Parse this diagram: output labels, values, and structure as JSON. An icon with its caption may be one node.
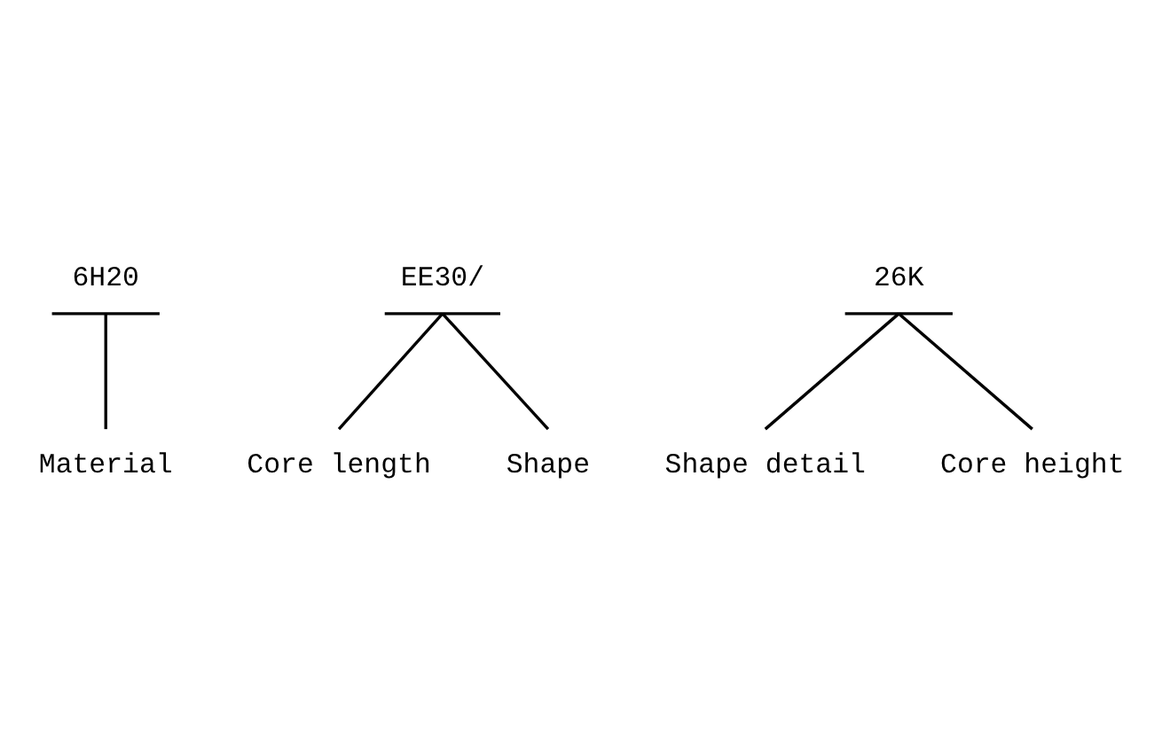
{
  "diagram": {
    "nodes": [
      {
        "text": [
          "6H20"
        ]
      },
      {
        "text": [
          "EE30/"
        ]
      },
      {
        "text": [
          "26K"
        ]
      },
      {
        "text": [
          "Shape detail"
        ]
      },
      {
        "text": [
          "Core height"
        ]
      },
      {
        "text": [
          "Core length"
        ]
      },
      {
        "text": [
          "Shape"
        ]
      },
      {
        "text": [
          "Material"
        ]
      }
    ],
    "edges": [
      {
        "from": 2,
        "to": 3,
        "arrow": "none"
      },
      {
        "from": 2,
        "to": 4,
        "arrow": "none"
      },
      {
        "from": 1,
        "to": 5,
        "arrow": "none"
      },
      {
        "from": 1,
        "to": 6,
        "arrow": "none"
      },
      {
        "from": 0,
        "to": 7,
        "arrow": "none"
      }
    ]
  }
}
